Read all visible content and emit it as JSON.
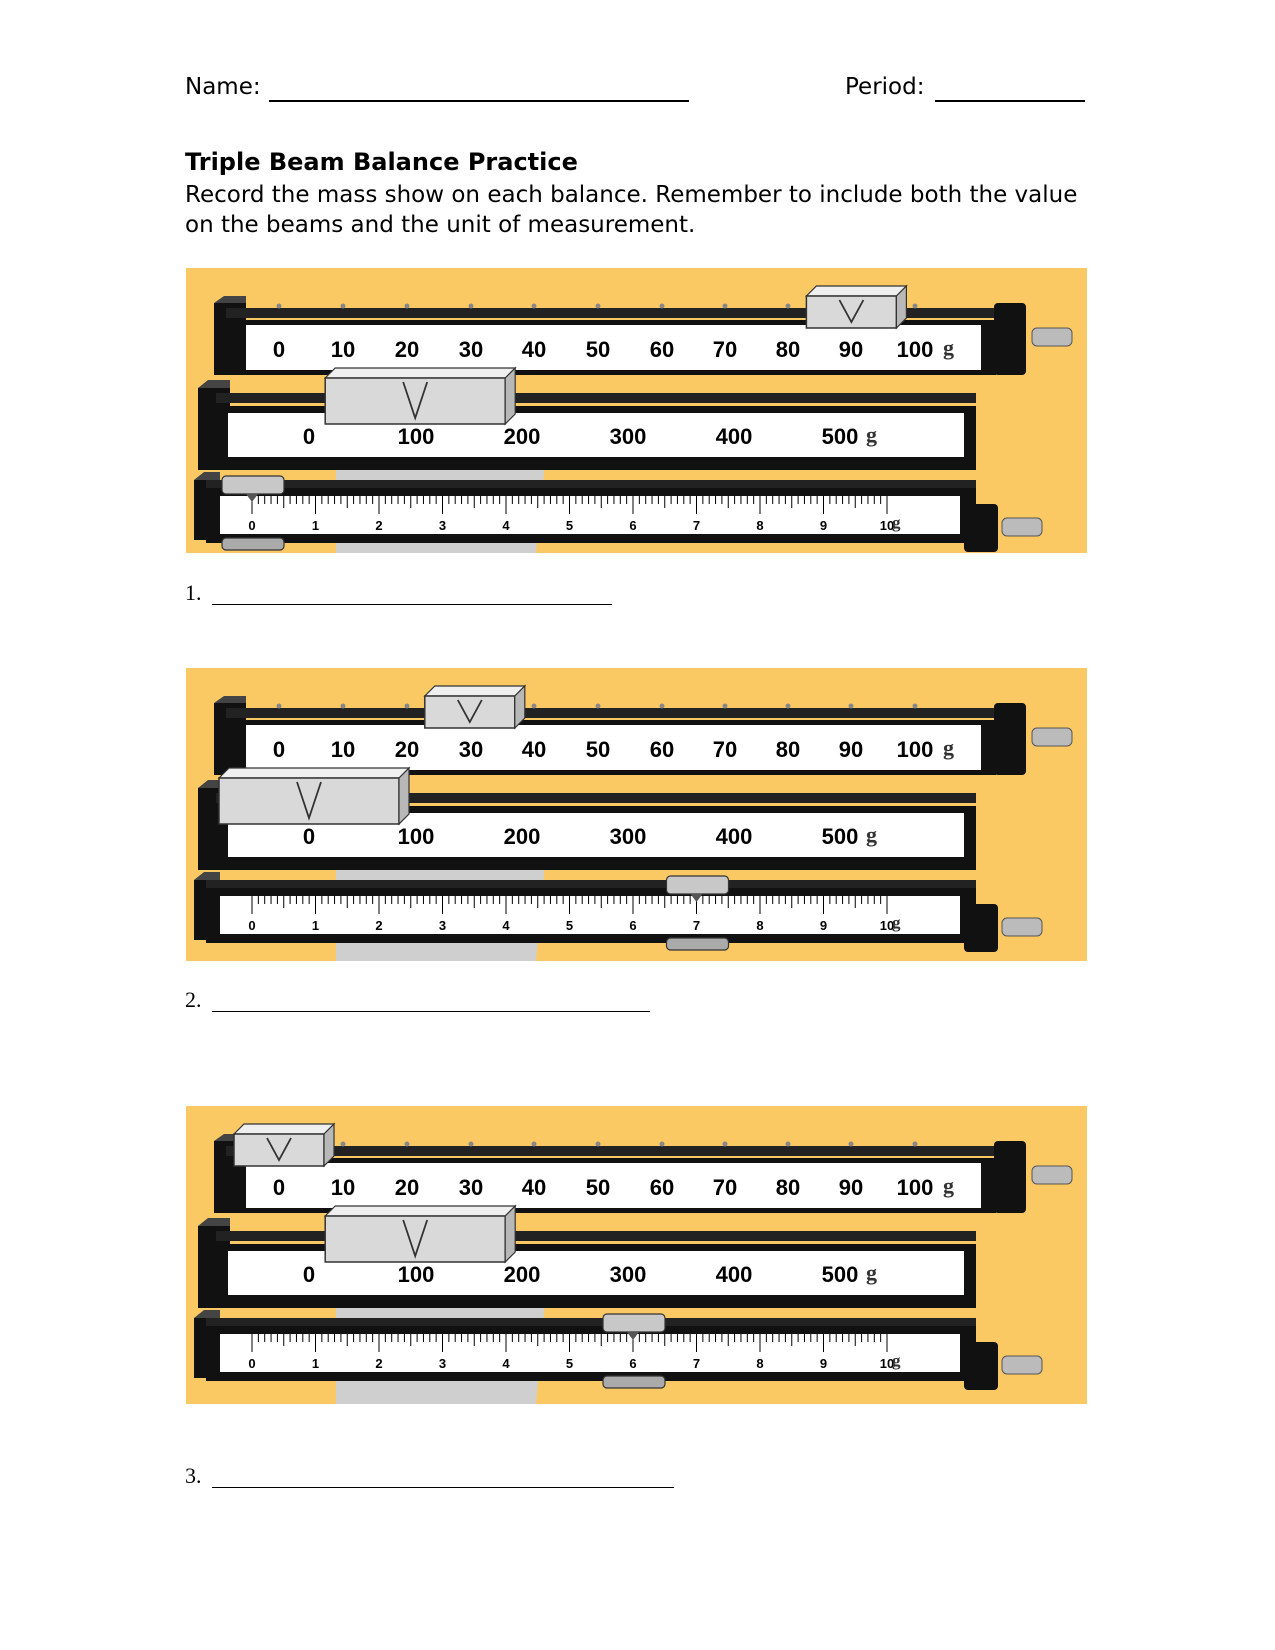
{
  "header": {
    "name_label": "Name:",
    "period_label": "Period:"
  },
  "worksheet": {
    "title": "Triple Beam Balance Practice",
    "instructions": "Record the mass show on each balance. Remember to include both the value on the beams and the unit of measurement."
  },
  "scales": {
    "top_beam_labels": [
      "0",
      "10",
      "20",
      "30",
      "40",
      "50",
      "60",
      "70",
      "80",
      "90",
      "100"
    ],
    "middle_beam_labels": [
      "0",
      "100",
      "200",
      "300",
      "400",
      "500"
    ],
    "bottom_beam_labels": [
      "0",
      "1",
      "2",
      "3",
      "4",
      "5",
      "6",
      "7",
      "8",
      "9",
      "10"
    ],
    "unit": "g"
  },
  "balances": [
    {
      "number": "1.",
      "riders_g": {
        "top_beam": 90,
        "middle_beam": 100,
        "bottom_beam": 0
      }
    },
    {
      "number": "2.",
      "riders_g": {
        "top_beam": 30,
        "middle_beam": 0,
        "bottom_beam": 7
      }
    },
    {
      "number": "3.",
      "riders_g": {
        "top_beam": 0,
        "middle_beam": 100,
        "bottom_beam": 6
      }
    }
  ],
  "colors": {
    "background": "#FBC964",
    "beam": "#111111",
    "rider": "#d9d9d9"
  }
}
